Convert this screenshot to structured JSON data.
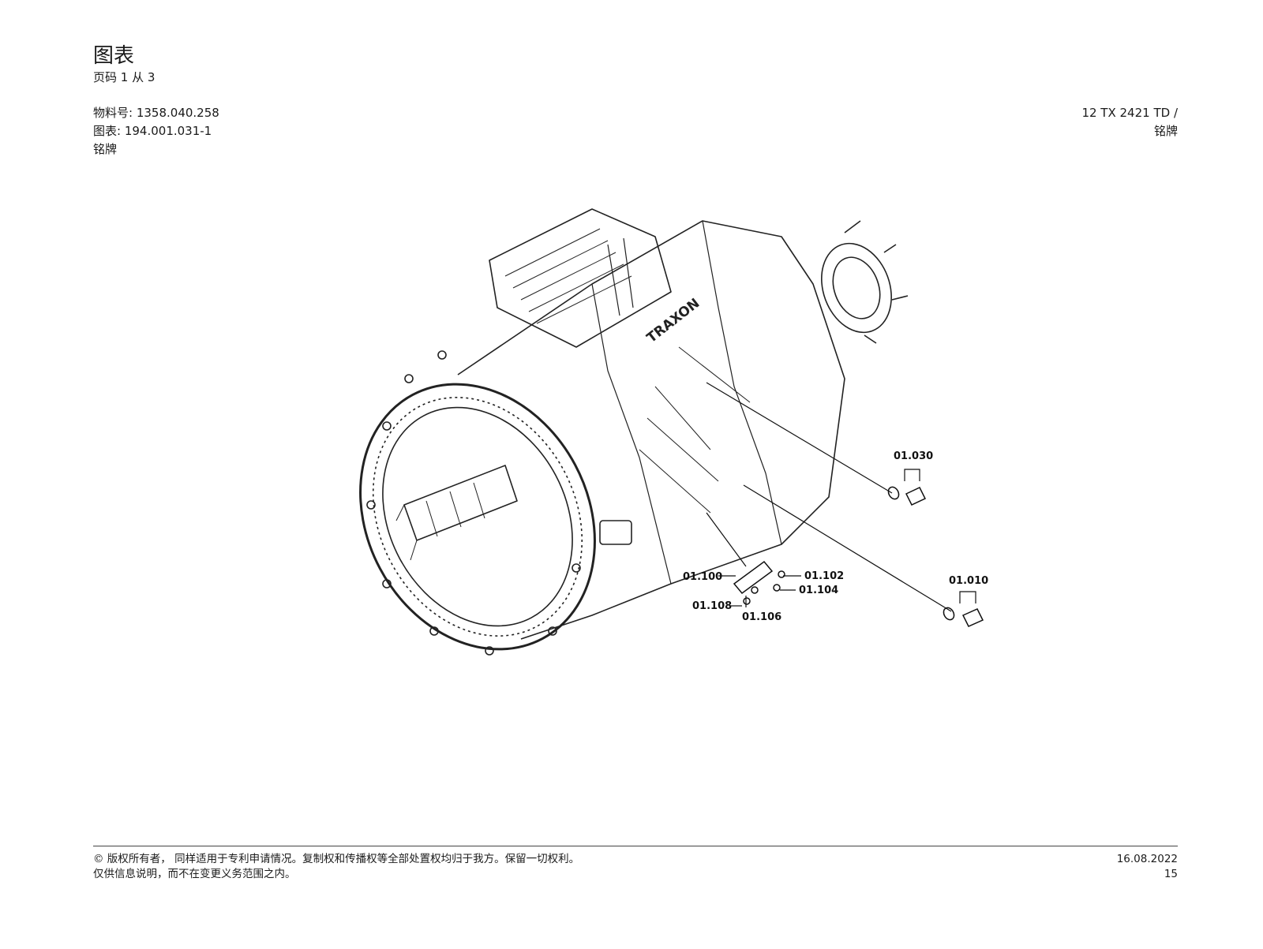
{
  "header": {
    "title": "图表",
    "page_prefix": "页码",
    "page_current": "1",
    "page_sep": "从",
    "page_total": "3"
  },
  "meta": {
    "material_label": "物料号:",
    "material_value": "1358.040.258",
    "diagram_label": "图表:",
    "diagram_value": "194.001.031-1",
    "part_name": "铭牌"
  },
  "product": {
    "model": "12 TX 2421 TD /",
    "part_name": "铭牌"
  },
  "drawing": {
    "housing_logo": "TRAXON",
    "callouts": {
      "c01_030": "01.030",
      "c01_010": "01.010",
      "c01_100": "01.100",
      "c01_102": "01.102",
      "c01_104": "01.104",
      "c01_106": "01.106",
      "c01_108": "01.108"
    }
  },
  "footer": {
    "copyright_line1": "© 版权所有者， 同样适用于专利申请情况。复制权和传播权等全部处置权均归于我方。保留一切权利。",
    "copyright_line2": "仅供信息说明，而不在变更义务范围之内。",
    "date": "16.08.2022",
    "page_number": "15"
  }
}
